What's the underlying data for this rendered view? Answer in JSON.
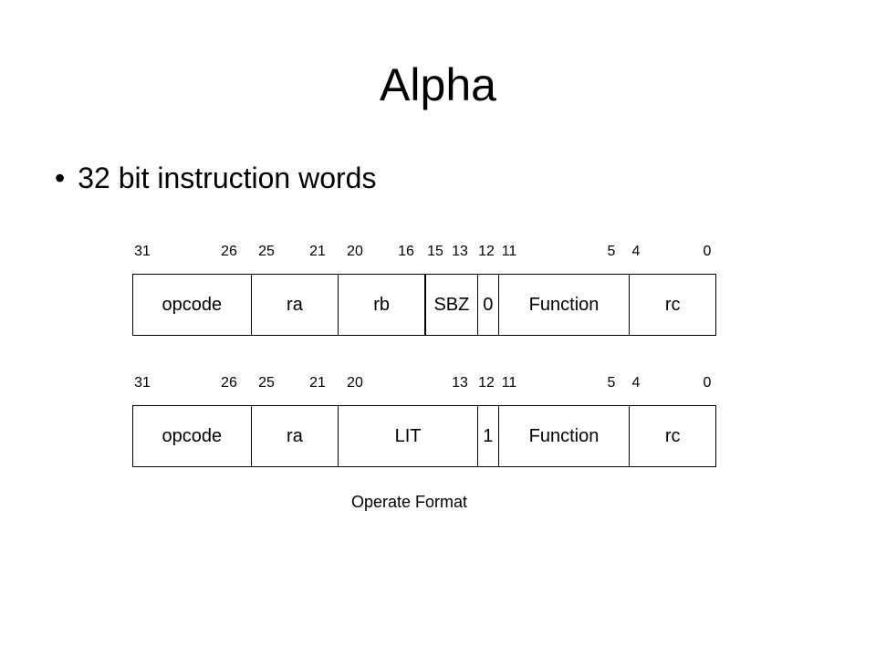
{
  "slide": {
    "title": "Alpha",
    "bullet": "32 bit instruction words",
    "caption": "Operate Format"
  },
  "format1": {
    "bits": [
      "31",
      "26",
      "25",
      "21",
      "20",
      "16",
      "15",
      "13",
      "12",
      "11",
      "5",
      "4",
      "0"
    ],
    "fields": [
      "opcode",
      "ra",
      "rb",
      "SBZ",
      "0",
      "Function",
      "rc"
    ]
  },
  "format2": {
    "bits": [
      "31",
      "26",
      "25",
      "21",
      "20",
      "13",
      "12",
      "11",
      "5",
      "4",
      "0"
    ],
    "fields": [
      "opcode",
      "ra",
      "LIT",
      "1",
      "Function",
      "rc"
    ]
  }
}
